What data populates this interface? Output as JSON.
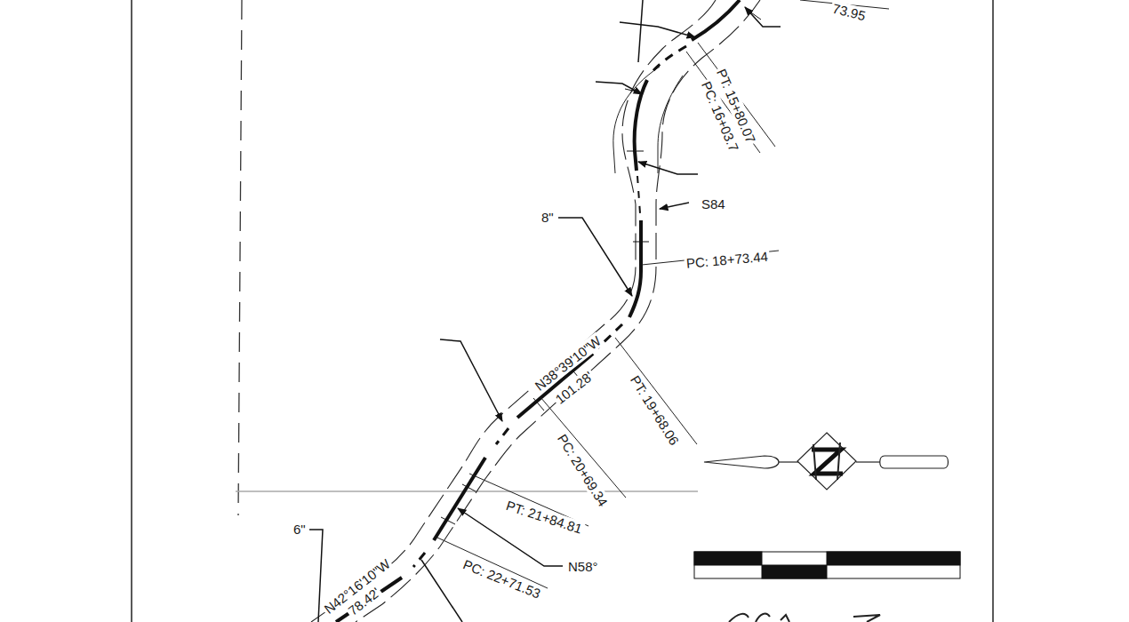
{
  "diagram": {
    "labels": [
      "73.95",
      "PT: 15+80.07",
      "PC: 16+03.7",
      "S84",
      "8\"",
      "PC: 18+73.44",
      "N38°39'10\"W",
      "101.28'",
      "PT: 19+68.06",
      "PC: 20+69.34",
      "PT: 21+84.81",
      "N58°",
      "6\"",
      "PC: 22+71.53",
      "N42°16'10\"W",
      "78.42'"
    ]
  }
}
